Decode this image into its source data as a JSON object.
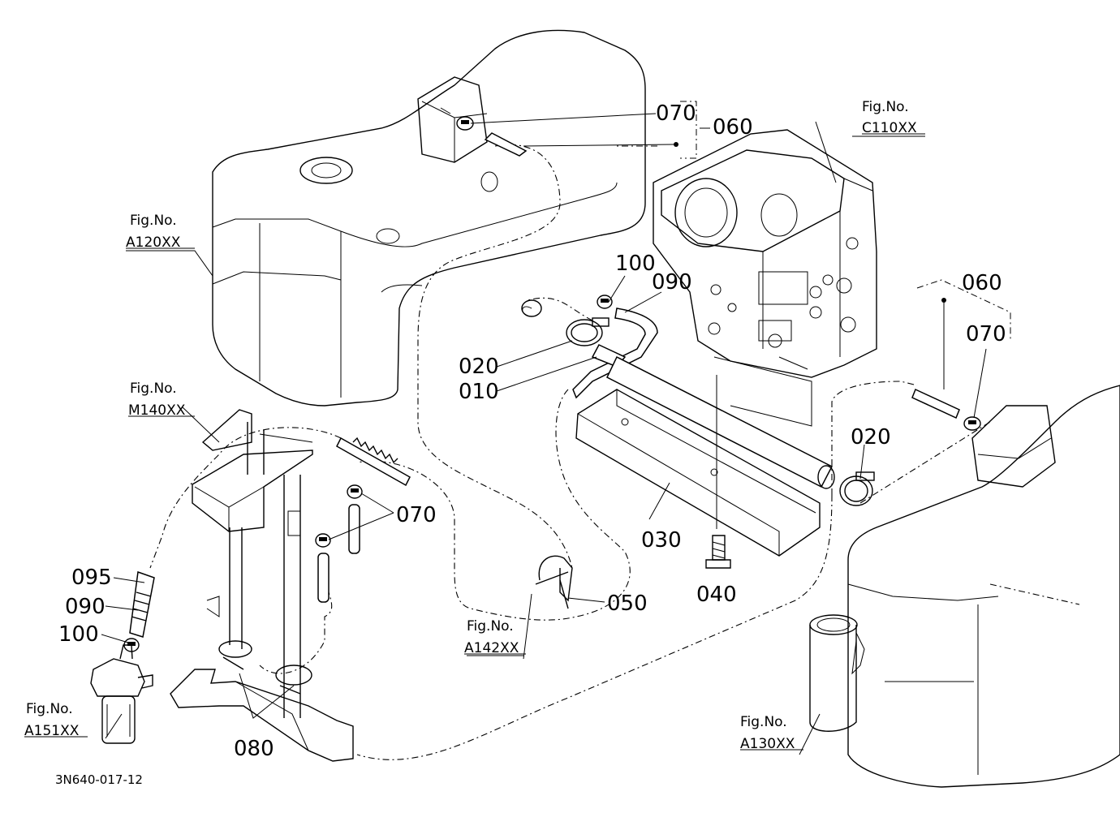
{
  "diagram": {
    "part_labels": {
      "p070_top": "070",
      "p060_top": "060",
      "p100_mid": "100",
      "p090_mid": "090",
      "p020_left": "020",
      "p010": "010",
      "p060_right": "060",
      "p070_right": "070",
      "p020_right": "020",
      "p070_left": "070",
      "p030": "030",
      "p040": "040",
      "p050": "050",
      "p095": "095",
      "p090_left": "090",
      "p100_left": "100",
      "p080": "080"
    },
    "figure_refs": {
      "c110": {
        "line1": "Fig.No.",
        "line2": "C110XX"
      },
      "a120": {
        "line1": "Fig.No.",
        "line2": "A120XX"
      },
      "m140": {
        "line1": "Fig.No.",
        "line2": "M140XX"
      },
      "a142": {
        "line1": "Fig.No.",
        "line2": "A142XX"
      },
      "a151": {
        "line1": "Fig.No.",
        "line2": "A151XX"
      },
      "a130": {
        "line1": "Fig.No.",
        "line2": "A130XX"
      }
    },
    "drawing_code": "3N640-017-12"
  }
}
